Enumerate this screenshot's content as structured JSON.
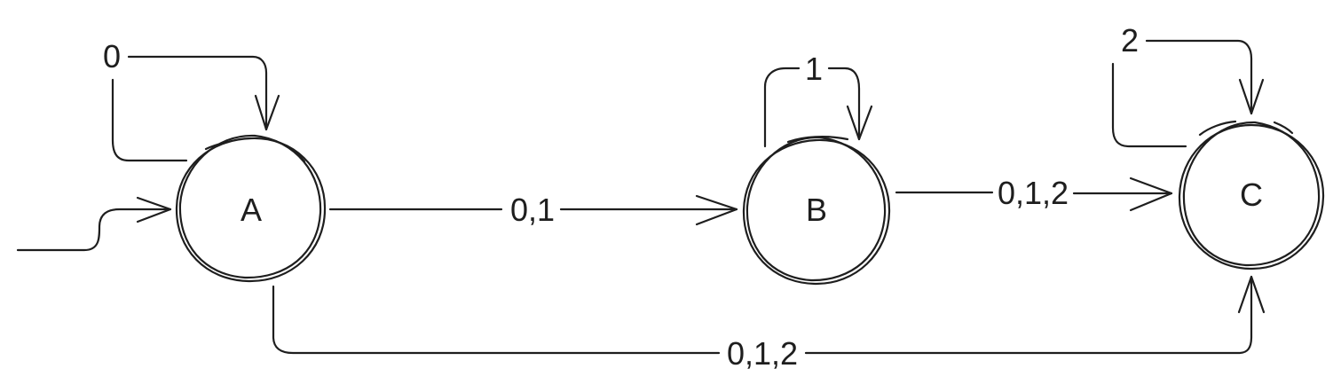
{
  "states": [
    {
      "id": "A",
      "label": "A"
    },
    {
      "id": "B",
      "label": "B"
    },
    {
      "id": "C",
      "label": "C"
    }
  ],
  "transitions": [
    {
      "id": "start",
      "from": null,
      "to": "A",
      "label": ""
    },
    {
      "id": "a-self",
      "from": "A",
      "to": "A",
      "label": "0"
    },
    {
      "id": "a-to-b",
      "from": "A",
      "to": "B",
      "label": "0,1"
    },
    {
      "id": "b-self",
      "from": "B",
      "to": "B",
      "label": "1"
    },
    {
      "id": "b-to-c",
      "from": "B",
      "to": "C",
      "label": "0,1,2"
    },
    {
      "id": "c-self",
      "from": "C",
      "to": "C",
      "label": "2"
    },
    {
      "id": "a-to-c",
      "from": "A",
      "to": "C",
      "label": "0,1,2"
    }
  ],
  "colors": {
    "stroke": "#1e1e1e",
    "background": "#ffffff"
  }
}
